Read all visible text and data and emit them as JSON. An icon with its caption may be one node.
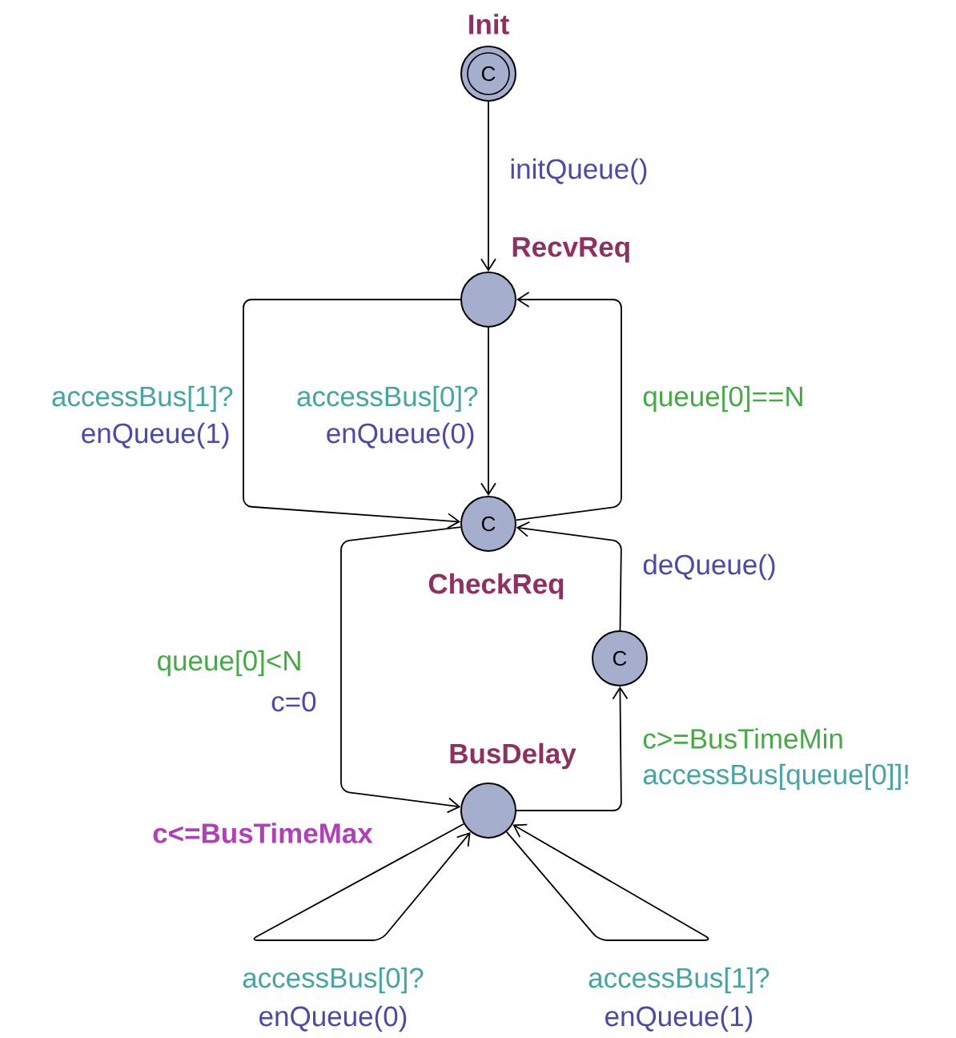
{
  "diagram": {
    "nodes": [
      {
        "text": [
          "Init",
          "C"
        ]
      },
      {
        "text": [
          "RecvReq"
        ]
      },
      {
        "text": [
          "C",
          "CheckReq"
        ]
      },
      {
        "text": [
          "C"
        ]
      },
      {
        "text": [
          "BusDelay"
        ],
        "beside": [
          "c<=BusTimeMax"
        ]
      }
    ],
    "edges": [
      {
        "from": 0,
        "to": 1,
        "arrow": "to",
        "label": "initQueue()"
      },
      {
        "from": 1,
        "to": 2,
        "arrow": "to",
        "label": "accessBus[1]?"
      },
      {
        "from": 1,
        "to": 2,
        "arrow": "to",
        "label": "accessBus[0]?"
      },
      {
        "from": 2,
        "to": 1,
        "arrow": "to",
        "label": "queue[0]==N"
      },
      {
        "from": 2,
        "to": 4,
        "arrow": "to",
        "label": "queue[0]<N"
      },
      {
        "from": 4,
        "to": 3,
        "arrow": "to",
        "label": "c>=BusTimeMin"
      },
      {
        "from": 3,
        "to": 2,
        "arrow": "to",
        "label": "deQueue()"
      },
      {
        "from": 4,
        "to": 4,
        "arrow": "to",
        "label": "accessBus[0]?"
      },
      {
        "from": 4,
        "to": 4,
        "arrow": "to",
        "label": "accessBus[1]?"
      }
    ],
    "labels": [
      "enQueue(1)",
      "enQueue(0)",
      "c=0",
      "accessBus[queue[0]]!",
      "enQueue(0)",
      "enQueue(1)"
    ]
  }
}
